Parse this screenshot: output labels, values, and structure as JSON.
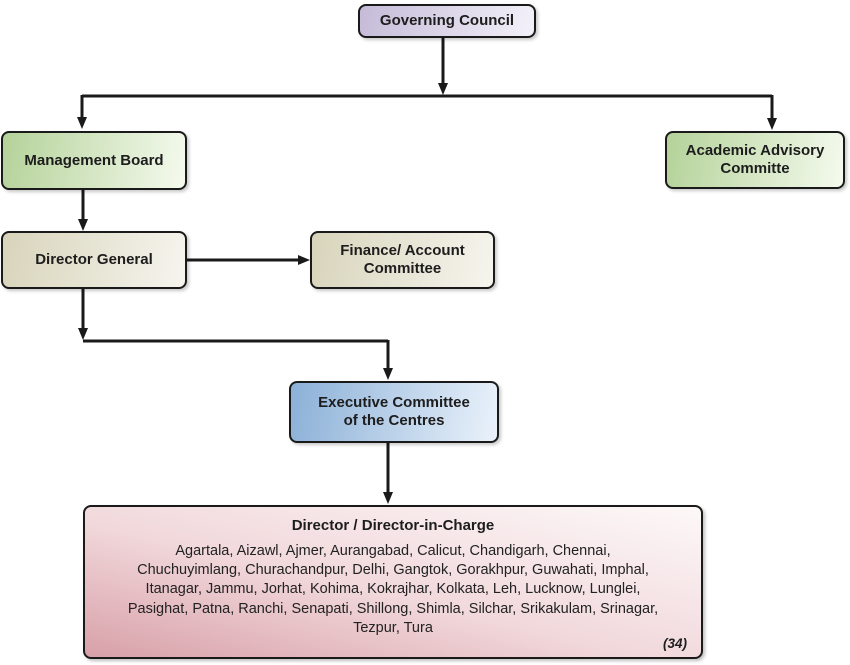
{
  "diagram": {
    "type": "organisation-chart",
    "nodes": {
      "governing_council": {
        "label": "Governing Council"
      },
      "management_board": {
        "label": "Management Board"
      },
      "academic_advisory_committe": {
        "label": "Academic Advisory\nCommitte"
      },
      "director_general": {
        "label": "Director General"
      },
      "finance_account_committee": {
        "label": "Finance/ Account\nCommittee"
      },
      "executive_committee": {
        "label": "Executive Committee\nof the Centres"
      },
      "director_in_charge": {
        "heading": "Director / Director-in-Charge",
        "centres": "Agartala, Aizawl, Ajmer, Aurangabad, Calicut, Chandigarh, Chennai,\nChuchuyimlang, Churachandpur, Delhi, Gangtok, Gorakhpur, Guwahati, Imphal,\nItanagar, Jammu, Jorhat, Kohima, Kokrajhar, Kolkata, Leh, Lucknow, Lunglei,\nPasighat, Patna, Ranchi, Senapati, Shillong, Shimla, Silchar, Srikakulam, Srinagar,\nTezpur, Tura",
        "count": "(34)"
      }
    },
    "edges": [
      {
        "from": "governing_council",
        "to": "management_board"
      },
      {
        "from": "governing_council",
        "to": "academic_advisory_committe"
      },
      {
        "from": "management_board",
        "to": "director_general"
      },
      {
        "from": "director_general",
        "to": "finance_account_committee"
      },
      {
        "from": "director_general",
        "to": "executive_committee"
      },
      {
        "from": "executive_committee",
        "to": "director_in_charge"
      }
    ],
    "colors": {
      "governing_fill_start": "#c5bbd8",
      "governing_fill_end": "#f3f1f9",
      "green_fill_start": "#b4d299",
      "green_fill_end": "#f5faee",
      "khaki_fill_start": "#d8d4bb",
      "khaki_fill_end": "#f6f5ee",
      "blue_fill_start": "#8bb0d7",
      "blue_fill_end": "#eaf2fb",
      "pink_fill_start": "#d8a0a8",
      "pink_fill_end": "#fdf8f8",
      "line": "#1a1a1a"
    }
  }
}
